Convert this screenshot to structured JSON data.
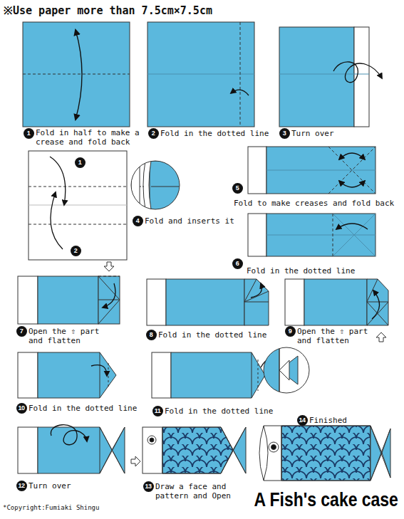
{
  "diagram": {
    "title": "A Fish's cake case",
    "nodes": [
      {
        "text": [
          "1"
        ]
      },
      {
        "text": [
          "2"
        ]
      },
      {
        "text": [
          "3"
        ]
      },
      {
        "text": [
          "1"
        ]
      },
      {
        "text": [
          "2"
        ]
      },
      {
        "text": [
          "4"
        ]
      },
      {
        "text": [
          "5"
        ]
      },
      {
        "text": [
          "6"
        ]
      },
      {
        "text": [
          "7"
        ]
      },
      {
        "text": [
          "8"
        ]
      },
      {
        "text": [
          "9"
        ]
      },
      {
        "text": [
          "10"
        ]
      },
      {
        "text": [
          "11"
        ]
      },
      {
        "text": [
          "14"
        ]
      },
      {
        "text": [
          "12"
        ]
      },
      {
        "text": [
          "13"
        ]
      }
    ],
    "labels": [
      "※Use paper more than 7.5cm×7.5cm",
      "Fold in half to make a crease and fold back",
      "Fold in the dotted line",
      "Turn over",
      "Fold and inserts it",
      "Fold to make creases and fold back",
      "Fold in the dotted line",
      "Open the ⇧ part and flatten",
      "Fold in the dotted line",
      "Open the ⇧ part and flatten",
      "Fold in the dotted line",
      "Fold in the dotted line",
      "Finished",
      "Turn over",
      "Draw a face and pattern and Open",
      "*Copyright:Fumiaki Shingu"
    ]
  }
}
